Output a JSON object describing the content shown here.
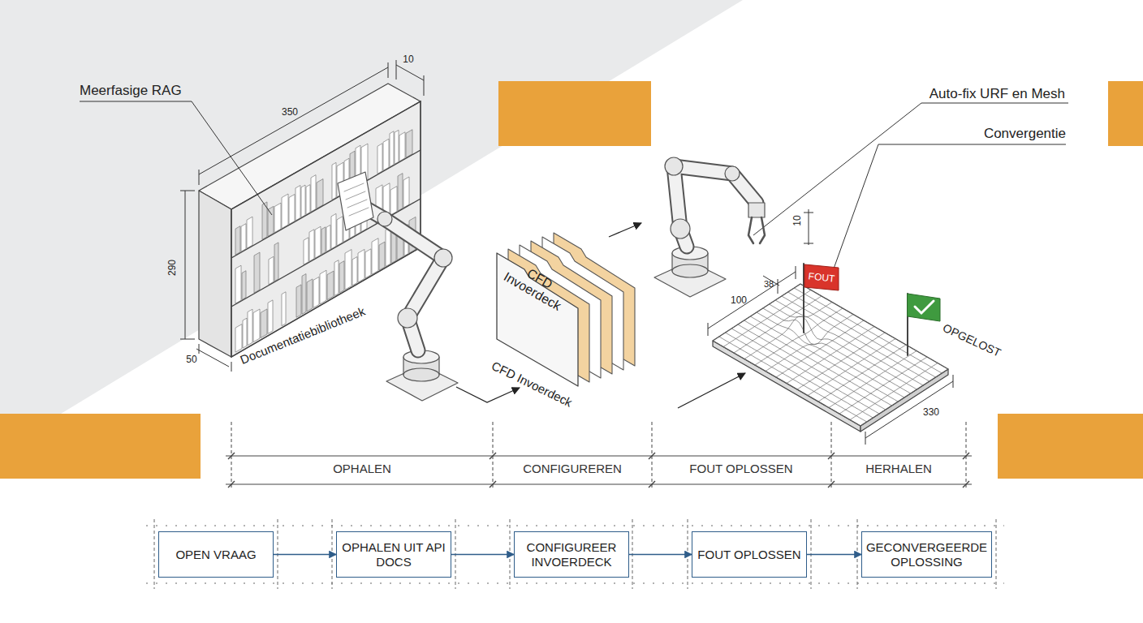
{
  "diagram": {
    "nodes": [
      {
        "text": [
          "CFD Invoerdeck"
        ]
      },
      {
        "text": [
          "FOUT"
        ]
      },
      {
        "text": [
          "OPEN VRAAG"
        ]
      },
      {
        "text": [
          "OPHALEN UIT API DOCS"
        ]
      },
      {
        "text": [
          "CONFIGUREER INVOERDECK"
        ]
      },
      {
        "text": [
          "FOUT OPLOSSEN"
        ]
      },
      {
        "text": [
          "GECONVERGEERDE OPLOSSING"
        ]
      }
    ],
    "edges": [
      {
        "from": 2,
        "to": 3,
        "arrow": "to"
      },
      {
        "from": 3,
        "to": 4,
        "arrow": "to"
      },
      {
        "from": 4,
        "to": 5,
        "arrow": "to"
      },
      {
        "from": 5,
        "to": 6,
        "arrow": "to"
      }
    ],
    "labels": [
      "Meerfasige RAG",
      "10",
      "350",
      "290",
      "50",
      "Documentatiebibliotheek",
      "CFD Invoerdeck",
      "Auto-fix URF en Mesh",
      "Convergentie",
      "10",
      "38",
      "100",
      "OPGELOST",
      "330",
      "OPHALEN",
      "CONFIGUREREN",
      "FOUT OPLOSSEN",
      "HERHALEN"
    ]
  }
}
